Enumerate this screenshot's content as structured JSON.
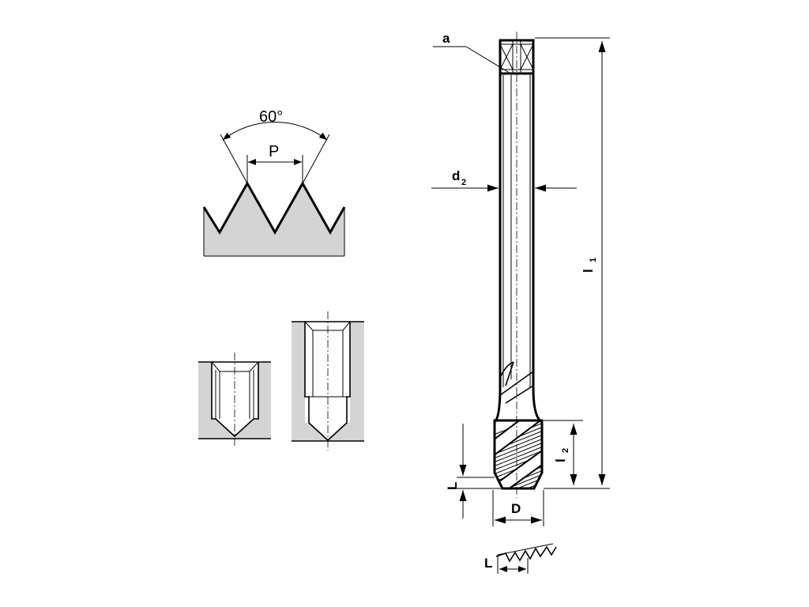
{
  "labels": {
    "angle": "60°",
    "pitch": "P",
    "square": "a",
    "shank_diameter": "d",
    "shank_diameter_sub": "2",
    "total_length": "l",
    "total_length_sub": "1",
    "thread_length": "l",
    "thread_length_sub": "2",
    "chamfer_length": "L",
    "diameter": "D",
    "chamfer_detail": "L"
  },
  "colors": {
    "line": "#000000",
    "fill": "#d4d4d4",
    "background": "#ffffff"
  }
}
